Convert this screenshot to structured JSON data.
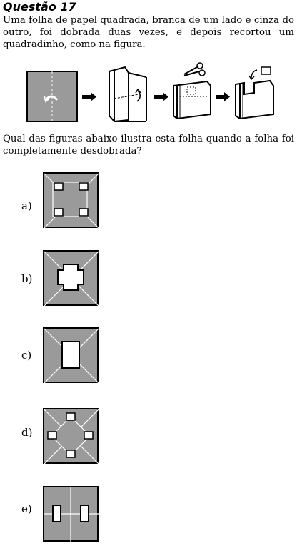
{
  "header": {
    "title": "Questão 17"
  },
  "statement": {
    "text": "Uma folha de papel quadrada, branca de um lado e cinza do outro, foi dobrada duas vezes, e depois recortou um quadradinho, como na figura."
  },
  "question": {
    "text": "Qual das figuras abaixo ilustra esta folha quando a folha foi completamente desdobrada?"
  },
  "options": [
    {
      "label": "a)"
    },
    {
      "label": "b)"
    },
    {
      "label": "c)"
    },
    {
      "label": "d)"
    },
    {
      "label": "e)"
    }
  ],
  "colors": {
    "paper_gray": "#9a9a9a",
    "line_white": "#ffffff",
    "outline": "#000000"
  }
}
